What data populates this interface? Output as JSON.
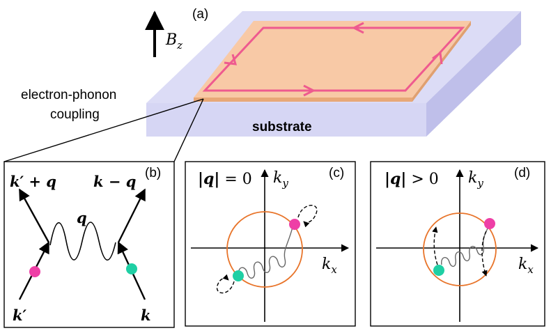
{
  "panel_a": {
    "tag": "(a)",
    "field_label": "B",
    "field_sub": "z",
    "substrate_label": "substrate",
    "coupling_line1": "electron-phonon",
    "coupling_line2": "coupling"
  },
  "panel_b": {
    "tag": "(b)",
    "top_left": "k′ + q",
    "top_right": "k − q",
    "phonon": "q",
    "bottom_left": "k′",
    "bottom_right": "k"
  },
  "panel_c": {
    "tag": "(c)",
    "condition_lhs": "|q|",
    "condition_rhs": " = 0",
    "axis_y": "k",
    "axis_y_sub": "y",
    "axis_x": "k",
    "axis_x_sub": "x"
  },
  "panel_d": {
    "tag": "(d)",
    "condition_lhs": "|q|",
    "condition_rhs": " > 0",
    "axis_y": "k",
    "axis_y_sub": "y",
    "axis_x": "k",
    "axis_x_sub": "x"
  },
  "colors": {
    "edge_channel": "#ee5a8f",
    "film": "#f8c9a6",
    "substrate_top": "#dcdcf6",
    "substrate_side": "#c8c8ee",
    "fermi_circle": "#e8742a",
    "electron_pink": "#ee3fa6",
    "electron_teal": "#1fcfa4"
  }
}
